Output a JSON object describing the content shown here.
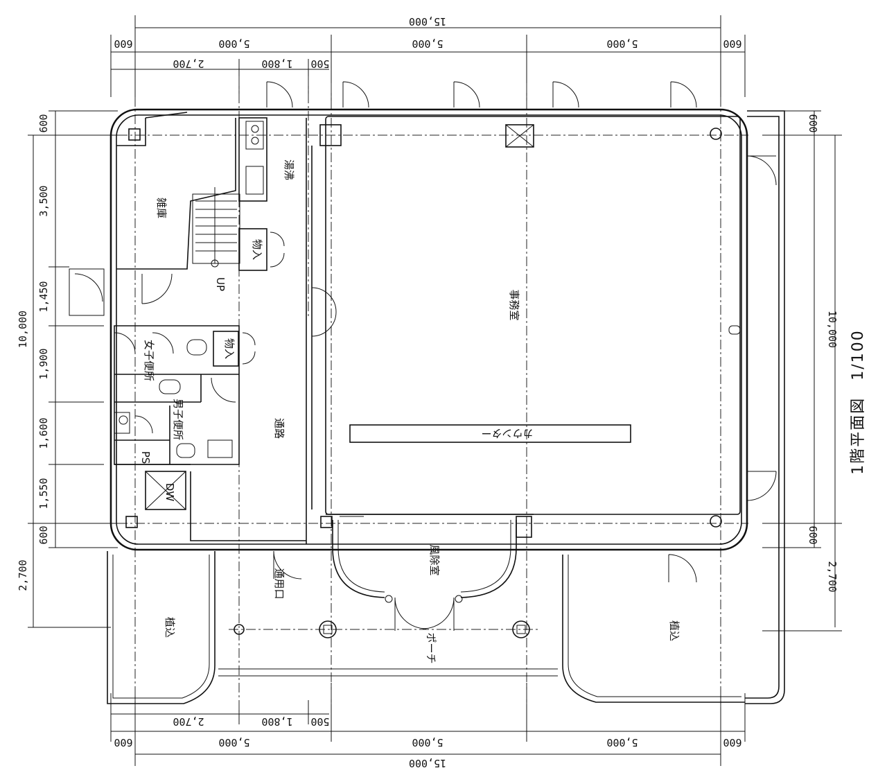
{
  "title": "1階平面図　1/100",
  "dimensions": {
    "overall_width": "15,000",
    "bays": [
      "5,000",
      "5,000",
      "5,000"
    ],
    "margin": "600",
    "sub_left": [
      "2,700",
      "1,800",
      "500"
    ],
    "overall_depth": "10,000",
    "depth_left": [
      "600",
      "3,500",
      "1,450",
      "1,900",
      "1,600",
      "1,550",
      "600",
      "2,700"
    ],
    "depth_right": [
      "600",
      "10,000",
      "600",
      "2,700"
    ]
  },
  "rooms": {
    "storage": "雑庫",
    "kitchenette": "湯沸",
    "closet1": "物入",
    "closet2": "物入",
    "up": "UP",
    "womens_wc": "女子便所",
    "mens_wc": "男子便所",
    "ps": "PS",
    "dw": "DW",
    "corridor": "通路",
    "office": "事務室",
    "counter": "カウンター",
    "vestibule": "風除室",
    "porch": "ポーチ",
    "service_entrance": "通用口",
    "planting_left": "植込",
    "planting_right": "植込"
  }
}
